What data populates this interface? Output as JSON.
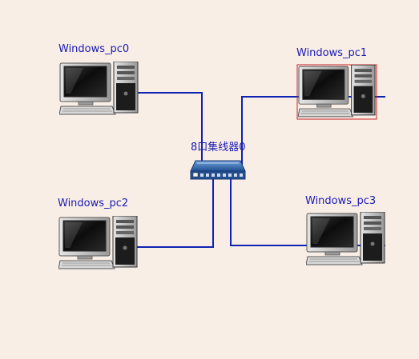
{
  "colors": {
    "background": "#f9eee6",
    "link": "#0e22b4",
    "label": "#1a1ab4",
    "selection": "#cc2222"
  },
  "nodes": {
    "pc0": {
      "label": "Windows_pc0",
      "icon": "desktop-computer-icon",
      "selected": false
    },
    "pc1": {
      "label": "Windows_pc1",
      "icon": "desktop-computer-icon",
      "selected": true
    },
    "pc2": {
      "label": "Windows_pc2",
      "icon": "desktop-computer-icon",
      "selected": false
    },
    "pc3": {
      "label": "Windows_pc3",
      "icon": "desktop-computer-icon",
      "selected": false
    },
    "hub": {
      "label": "8口集线器0",
      "icon": "network-hub-icon"
    }
  },
  "links": [
    {
      "from": "pc0",
      "to": "hub"
    },
    {
      "from": "pc1",
      "to": "hub"
    },
    {
      "from": "pc2",
      "to": "hub"
    },
    {
      "from": "pc3",
      "to": "hub"
    }
  ]
}
